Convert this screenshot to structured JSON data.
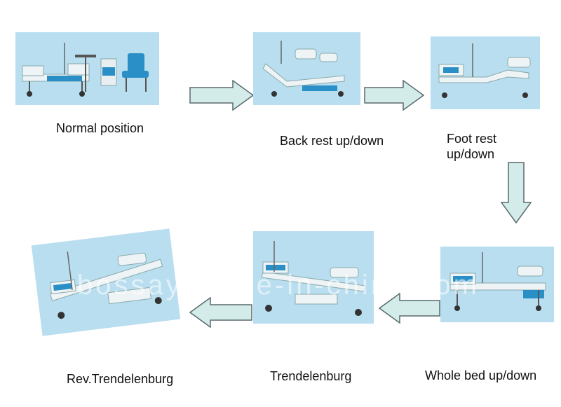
{
  "steps": [
    {
      "id": "normal",
      "caption": "Normal position"
    },
    {
      "id": "back",
      "caption": "Back rest up/down"
    },
    {
      "id": "foot",
      "caption_line1": "Foot rest",
      "caption_line2": "up/down"
    },
    {
      "id": "whole",
      "caption": "Whole bed up/down"
    },
    {
      "id": "trend",
      "caption": "Trendelenburg"
    },
    {
      "id": "revtrend",
      "caption": "Rev.Trendelenburg"
    }
  ],
  "watermark": "bossay made-in-china.com",
  "colors": {
    "panel_bg": "#b9def0",
    "arrow_fill": "#d3ece9",
    "arrow_stroke": "#5a6a6e",
    "bed_frame": "#e8eef2",
    "bed_accent": "#2a8fc7"
  },
  "icons": [
    "hospital-bed-icon",
    "arrow-right-icon",
    "arrow-down-icon",
    "arrow-left-icon"
  ]
}
